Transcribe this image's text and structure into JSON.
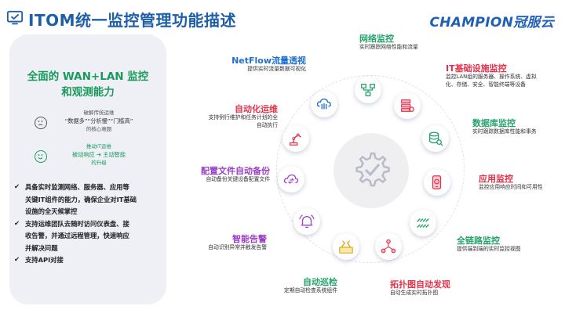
{
  "page": {
    "title": "ITOM统一监控管理功能描述",
    "brand": "CHAMPION冠服云"
  },
  "panel": {
    "heading_line1": "全面的 WAN+LAN 监控",
    "heading_line2": "和观测能力",
    "pain_line1": "破解传统运维",
    "pain_line2": "“数据多”“分析慢”“门槛高”",
    "pain_line3": "的核心难题",
    "drive_line1": "推动IT运维",
    "drive_line2": "被动响应 ➔ 主动智能",
    "drive_line3": "的升级",
    "bullets": [
      {
        "lines": [
          "具备实时监测网络、服务器、应用等",
          "关键IT组件的能力，确保企业对IT基础",
          "设施的全天候掌控"
        ]
      },
      {
        "lines": [
          "支持运维团队去随时访问仪表盘、接",
          "收告警，并通过远程管理，快速响应",
          "并解决问题"
        ]
      },
      {
        "lines": [
          "支持API对接"
        ]
      }
    ]
  },
  "features": {
    "netflow": {
      "title": "NetFlow流量透视",
      "desc": "提供实时流量数据可视化",
      "color": "#1f6fd0"
    },
    "network": {
      "title": "网络监控",
      "desc": "实时跟踪网络性能和流量",
      "color": "#24a36b"
    },
    "itinfra": {
      "title": "IT基础设施监控",
      "desc1": "监控LAN组的服务器、操作系统、虚拟",
      "desc2": "化、存储、安全、智能终端等设备",
      "color": "#e2334b"
    },
    "database": {
      "title": "数据库监控",
      "desc": "实时跟踪数据库性能和事务",
      "color": "#24a36b"
    },
    "app": {
      "title": "应用监控",
      "desc": "监控应用响应时间和可用性",
      "color": "#e2334b"
    },
    "fulllink": {
      "title": "全链路监控",
      "desc": "提供端到端的实时监控视图",
      "color": "#24a36b"
    },
    "topology": {
      "title": "拓扑图自动发现",
      "desc": "自动生成实时拓扑图",
      "color": "#e2334b"
    },
    "inspection": {
      "title": "自动巡检",
      "desc": "定期自动检查系统组件",
      "color": "#24a36b"
    },
    "alert": {
      "title": "智能告警",
      "desc": "自动识别异常并触发告警",
      "color": "#9b3fc7"
    },
    "backup": {
      "title": "配置文件自动备份",
      "desc": "自动备份关键设备配置文件",
      "color": "#9b3fc7"
    },
    "automation": {
      "title": "自动化运维",
      "desc1": "支持例行维护和任务计划的全",
      "desc2": "自动执行",
      "color": "#e2334b"
    }
  },
  "icons": {
    "title": "screen-check-icon",
    "cloud": "cloud-server-icon",
    "network": "network-nodes-icon",
    "itinfra": "server-gear-icon",
    "database": "database-search-icon",
    "app": "mobile-gear-icon",
    "fulllink": "chain-link-icon",
    "topology": "topology-icon",
    "inspection": "wrench-screwdriver-icon",
    "alert": "bell-alert-icon",
    "backup": "cloud-sync-icon",
    "automation": "robot-arm-icon",
    "center": "gear-check-icon"
  }
}
